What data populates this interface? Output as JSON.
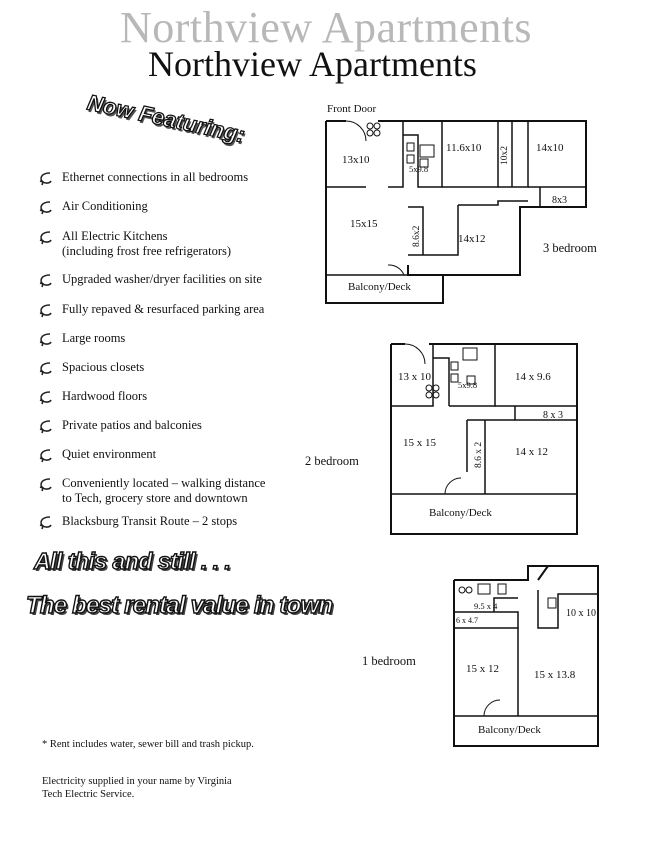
{
  "header": {
    "title_shadow": "Northview Apartments",
    "title": "Northview Apartments"
  },
  "banner": {
    "now_featuring": "Now Featuring:"
  },
  "features": [
    "Ethernet connections in all bedrooms",
    "Air Conditioning",
    "All Electric Kitchens\n(including frost free refrigerators)",
    "Upgraded washer/dryer facilities on site",
    "Fully repaved & resurfaced parking area",
    "Large rooms",
    "Spacious closets",
    "Hardwood floors",
    "Private patios and balconies",
    "Quiet environment",
    "Conveniently located – walking distance\nto Tech, grocery store and downtown",
    "Blacksburg Transit Route – 2 stops"
  ],
  "slogans": {
    "still": "All this and still . . .",
    "best": "The best rental value in town"
  },
  "notes": {
    "rent": "* Rent includes water, sewer bill and trash pickup.",
    "electric": "Electricity supplied in your name by Virginia Tech Electric Service."
  },
  "plans": {
    "three_bed": {
      "label": "3 bedroom",
      "front_door": "Front Door",
      "rooms": [
        "13x10",
        "5x9.8",
        "11.6x10",
        "10x2",
        "14x10",
        "8x3",
        "15x15",
        "8.6x2",
        "14x12"
      ],
      "balcony": "Balcony/Deck"
    },
    "two_bed": {
      "label": "2 bedroom",
      "rooms": [
        "13 x 10",
        "5x9.8",
        "14 x 9.6",
        "8 x 3",
        "15 x 15",
        "8.6 x 2",
        "14 x 12"
      ],
      "balcony": "Balcony/Deck"
    },
    "one_bed": {
      "label": "1 bedroom",
      "rooms": [
        "9.5 x 4",
        "6 x 4.7",
        "10 x 10",
        "15 x 12",
        "15 x 13.8"
      ],
      "balcony": "Balcony/Deck"
    }
  }
}
